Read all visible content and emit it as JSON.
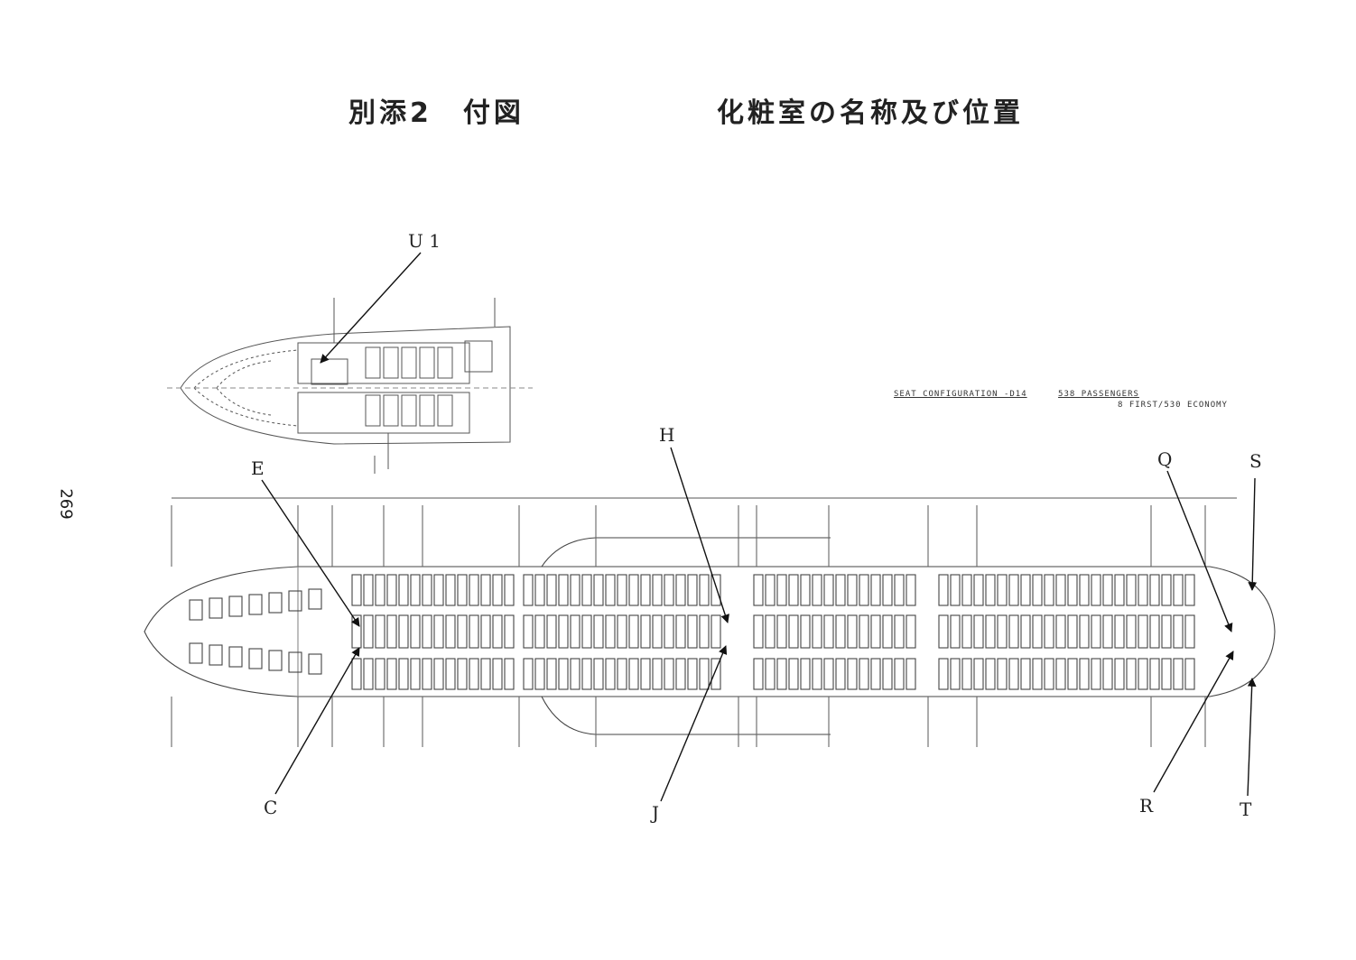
{
  "title": {
    "left": "別添2　付図",
    "right": "化粧室の名称及び位置"
  },
  "page_number": "269",
  "seat_config": {
    "label": "SEAT CONFIGURATION -D14",
    "passengers": "538 PASSENGERS",
    "classes": "8 FIRST/530 ECONOMY"
  },
  "callouts": {
    "u1": "U 1",
    "e": "E",
    "c": "C",
    "h": "H",
    "j": "J",
    "q": "Q",
    "r": "R",
    "s": "S",
    "t": "T"
  }
}
